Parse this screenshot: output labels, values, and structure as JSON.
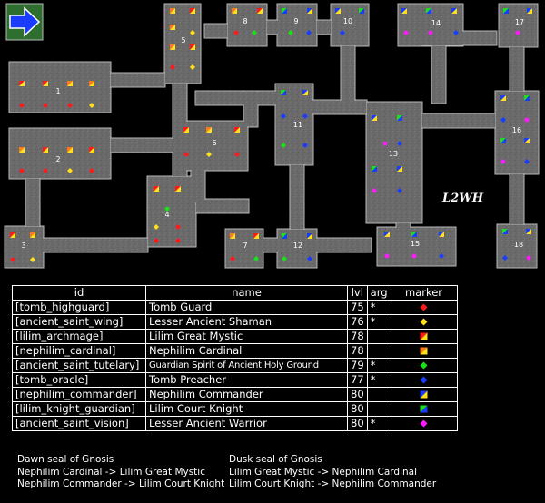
{
  "map": {
    "watermark": "L2WH",
    "rooms": [
      "1",
      "2",
      "3",
      "4",
      "5",
      "6",
      "7",
      "8",
      "9",
      "10",
      "11",
      "12",
      "13",
      "14",
      "15",
      "16",
      "17",
      "18"
    ]
  },
  "colors": {
    "background": "#000000",
    "stone": "#6e6e6e",
    "stone_edge": "#b8b8b8",
    "arrow_tile": "#2e6e2e",
    "arrow": "#1a3cff"
  },
  "icons": {
    "entrance": "arrow-right-icon"
  },
  "table": {
    "headers": [
      "id",
      "name",
      "lvl",
      "arg",
      "marker"
    ],
    "rows": [
      {
        "id": "[tomb_highguard]",
        "name": "Tomb Guard",
        "lvl": "75",
        "arg": "*",
        "marker": "red-diamond",
        "color": "#ff1a1a"
      },
      {
        "id": "[ancient_saint_wing]",
        "name": "Lesser Ancient Shaman",
        "lvl": "76",
        "arg": "*",
        "marker": "yellow-diamond",
        "color": "#ffe01a"
      },
      {
        "id": "[lilim_archmage]",
        "name": "Lilim Great Mystic",
        "lvl": "78",
        "arg": "",
        "marker": "red-yellow-triangle",
        "color": "#ff1a1a",
        "color2": "#ffe01a"
      },
      {
        "id": "[nephilim_cardinal]",
        "name": "Nephilim Cardinal",
        "lvl": "78",
        "arg": "",
        "marker": "orange-yellow-triangle",
        "color": "#ff7a1a",
        "color2": "#ffe01a"
      },
      {
        "id": "[ancient_saint_tutelary]",
        "name": "Guardian Spirit of Ancient Holy Ground",
        "lvl": "79",
        "arg": "*",
        "marker": "green-diamond",
        "color": "#1ae01a"
      },
      {
        "id": "[tomb_oracle]",
        "name": "Tomb Preacher",
        "lvl": "77",
        "arg": "*",
        "marker": "blue-diamond",
        "color": "#1a3cff"
      },
      {
        "id": "[nephilim_commander]",
        "name": "Nephilim Commander",
        "lvl": "80",
        "arg": "",
        "marker": "blue-yellow-triangle",
        "color": "#1a3cff",
        "color2": "#ffe01a"
      },
      {
        "id": "[lilim_knight_guardian]",
        "name": "Lilim Court Knight",
        "lvl": "80",
        "arg": "",
        "marker": "green-blue-triangle",
        "color": "#1ae01a",
        "color2": "#1a3cff"
      },
      {
        "id": "[ancient_saint_vision]",
        "name": "Lesser Ancient Warrior",
        "lvl": "80",
        "arg": "*",
        "marker": "magenta-diamond",
        "color": "#ff1aff"
      }
    ]
  },
  "notes": {
    "dawn": {
      "title": "Dawn seal of Gnosis",
      "lines": [
        "Nephilim Cardinal -> Lilim Great Mystic",
        "Nephilim Commander -> Lilim Court Knight"
      ]
    },
    "dusk": {
      "title": "Dusk seal of Gnosis",
      "lines": [
        "Lilim Great Mystic -> Nephilim Cardinal",
        "Lilim Court Knight -> Nephilim Commander"
      ]
    }
  }
}
